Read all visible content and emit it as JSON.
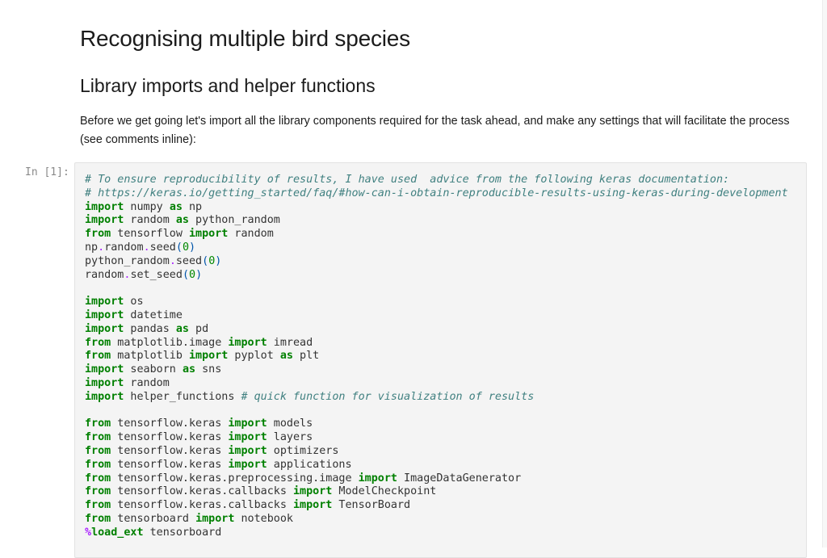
{
  "markdown": {
    "title": "Recognising multiple bird species",
    "subtitle": "Library imports and helper functions",
    "intro": "Before we get going let's import all the library components required for the task ahead, and make any settings that will facilitate the process (see comments inline):"
  },
  "cell": {
    "prompt": "In [1]:",
    "lines": [
      [
        [
          "c",
          "# To ensure reproducibility of results, I have used  advice from the following keras documentation:"
        ]
      ],
      [
        [
          "c",
          "# https://keras.io/getting_started/faq/#how-can-i-obtain-reproducible-results-using-keras-during-development"
        ]
      ],
      [
        [
          "k",
          "import"
        ],
        [
          "n",
          " numpy "
        ],
        [
          "k",
          "as"
        ],
        [
          "n",
          " np"
        ]
      ],
      [
        [
          "k",
          "import"
        ],
        [
          "n",
          " random "
        ],
        [
          "k",
          "as"
        ],
        [
          "n",
          " python_random"
        ]
      ],
      [
        [
          "k",
          "from"
        ],
        [
          "n",
          " tensorflow "
        ],
        [
          "k",
          "import"
        ],
        [
          "n",
          " random"
        ]
      ],
      [
        [
          "n",
          "np"
        ],
        [
          "o",
          "."
        ],
        [
          "n",
          "random"
        ],
        [
          "o",
          "."
        ],
        [
          "n",
          "seed"
        ],
        [
          "p",
          "("
        ],
        [
          "m",
          "0"
        ],
        [
          "p",
          ")"
        ]
      ],
      [
        [
          "n",
          "python_random"
        ],
        [
          "o",
          "."
        ],
        [
          "n",
          "seed"
        ],
        [
          "p",
          "("
        ],
        [
          "m",
          "0"
        ],
        [
          "p",
          ")"
        ]
      ],
      [
        [
          "n",
          "random"
        ],
        [
          "o",
          "."
        ],
        [
          "n",
          "set_seed"
        ],
        [
          "p",
          "("
        ],
        [
          "m",
          "0"
        ],
        [
          "p",
          ")"
        ]
      ],
      [],
      [
        [
          "k",
          "import"
        ],
        [
          "n",
          " os"
        ]
      ],
      [
        [
          "k",
          "import"
        ],
        [
          "n",
          " datetime"
        ]
      ],
      [
        [
          "k",
          "import"
        ],
        [
          "n",
          " pandas "
        ],
        [
          "k",
          "as"
        ],
        [
          "n",
          " pd"
        ]
      ],
      [
        [
          "k",
          "from"
        ],
        [
          "n",
          " matplotlib.image "
        ],
        [
          "k",
          "import"
        ],
        [
          "n",
          " imread"
        ]
      ],
      [
        [
          "k",
          "from"
        ],
        [
          "n",
          " matplotlib "
        ],
        [
          "k",
          "import"
        ],
        [
          "n",
          " pyplot "
        ],
        [
          "k",
          "as"
        ],
        [
          "n",
          " plt"
        ]
      ],
      [
        [
          "k",
          "import"
        ],
        [
          "n",
          " seaborn "
        ],
        [
          "k",
          "as"
        ],
        [
          "n",
          " sns"
        ]
      ],
      [
        [
          "k",
          "import"
        ],
        [
          "n",
          " random"
        ]
      ],
      [
        [
          "k",
          "import"
        ],
        [
          "n",
          " helper_functions "
        ],
        [
          "c",
          "# quick function for visualization of results"
        ]
      ],
      [],
      [
        [
          "k",
          "from"
        ],
        [
          "n",
          " tensorflow.keras "
        ],
        [
          "k",
          "import"
        ],
        [
          "n",
          " models"
        ]
      ],
      [
        [
          "k",
          "from"
        ],
        [
          "n",
          " tensorflow.keras "
        ],
        [
          "k",
          "import"
        ],
        [
          "n",
          " layers"
        ]
      ],
      [
        [
          "k",
          "from"
        ],
        [
          "n",
          " tensorflow.keras "
        ],
        [
          "k",
          "import"
        ],
        [
          "n",
          " optimizers"
        ]
      ],
      [
        [
          "k",
          "from"
        ],
        [
          "n",
          " tensorflow.keras "
        ],
        [
          "k",
          "import"
        ],
        [
          "n",
          " applications"
        ]
      ],
      [
        [
          "k",
          "from"
        ],
        [
          "n",
          " tensorflow.keras.preprocessing.image "
        ],
        [
          "k",
          "import"
        ],
        [
          "n",
          " ImageDataGenerator"
        ]
      ],
      [
        [
          "k",
          "from"
        ],
        [
          "n",
          " tensorflow.keras.callbacks "
        ],
        [
          "k",
          "import"
        ],
        [
          "n",
          " ModelCheckpoint"
        ]
      ],
      [
        [
          "k",
          "from"
        ],
        [
          "n",
          " tensorflow.keras.callbacks "
        ],
        [
          "k",
          "import"
        ],
        [
          "n",
          " TensorBoard"
        ]
      ],
      [
        [
          "k",
          "from"
        ],
        [
          "n",
          " tensorboard "
        ],
        [
          "k",
          "import"
        ],
        [
          "n",
          " notebook"
        ]
      ],
      [
        [
          "mg",
          "%"
        ],
        [
          "mgk",
          "load_ext"
        ],
        [
          "n",
          " tensorboard"
        ]
      ]
    ]
  }
}
